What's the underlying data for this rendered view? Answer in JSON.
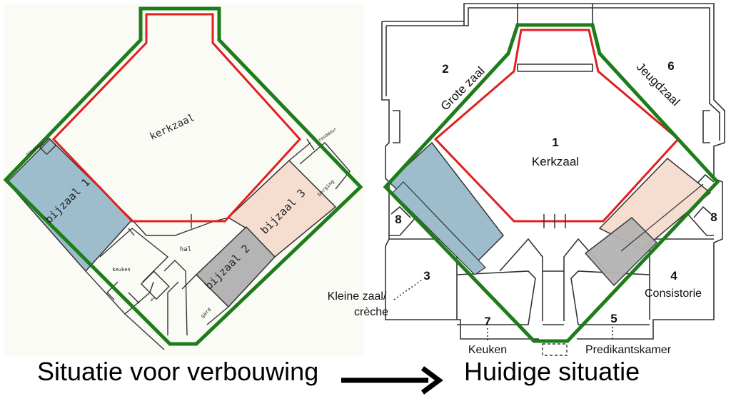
{
  "colors": {
    "outline_green": "#1e7d1a",
    "outline_red": "#e01f1f",
    "blue_zone": "#9dbdcc",
    "peach_zone": "#f5ddd0",
    "grey_zone": "#b4b4b4",
    "wall": "#333333"
  },
  "left_plan": {
    "labels": {
      "kerkzaal": "kerkzaal",
      "bijzaal1": "bijzaal 1",
      "bijzaal2": "bijzaal 2",
      "bijzaal3": "bijzaal 3",
      "berging": "berging",
      "keuken": "keuken",
      "hal": "hal",
      "wc": "wc",
      "gard": "gard",
      "nooddeur_left": "nooddeur",
      "nooddeur_right": "nooddeur"
    }
  },
  "right_plan": {
    "labels": {
      "num2": "2",
      "grote_zaal": "Grote zaal",
      "num6": "6",
      "jeugdzaal": "Jeugdzaal",
      "num1": "1",
      "kerkzaal": "Kerkzaal",
      "num8_left": "8",
      "num8_right": "8",
      "num3": "3",
      "kleine_zaal_line1": "Kleine zaal/",
      "kleine_zaal_line2": "crèche",
      "num4": "4",
      "consistorie": "Consistorie",
      "num7": "7",
      "keuken": "Keuken",
      "num5": "5",
      "predikantskamer": "Predikantskamer"
    }
  },
  "captions": {
    "before": "Situatie voor verbouwing",
    "after": "Huidige situatie"
  },
  "arrow_icon": "long-right-arrow-icon"
}
